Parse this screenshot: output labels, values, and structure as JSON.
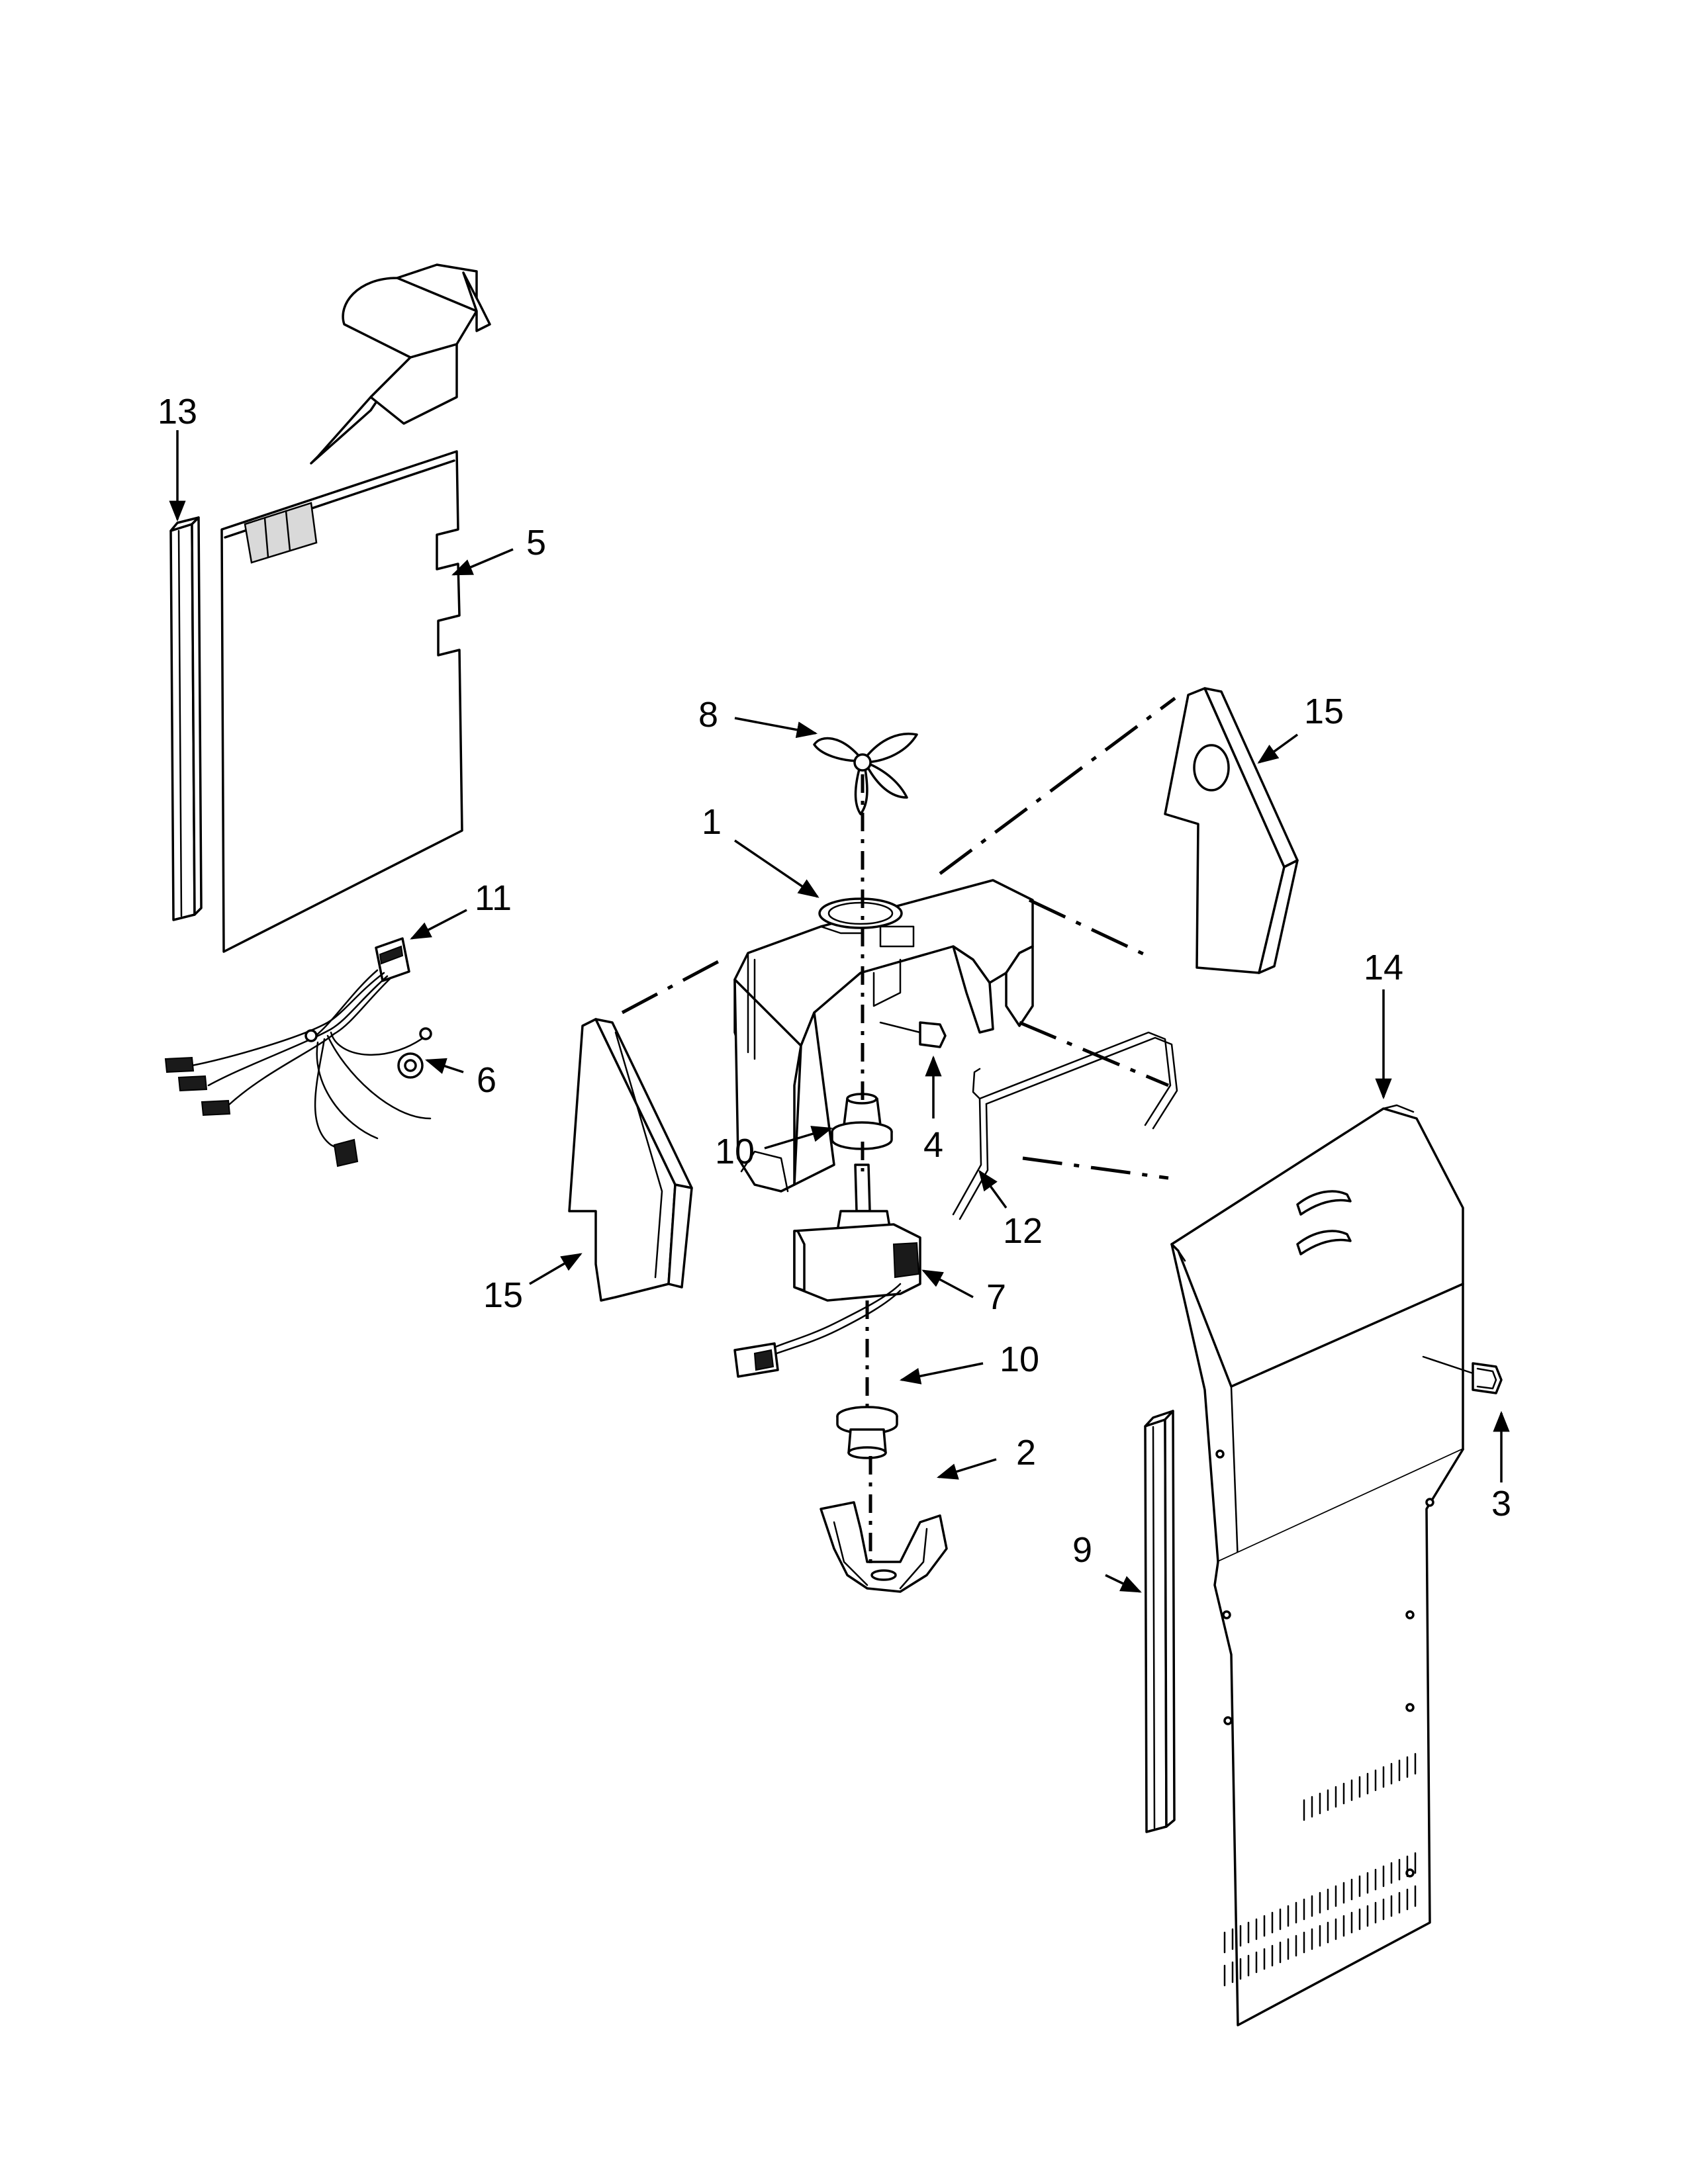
{
  "diagram": {
    "callouts": {
      "c1": "1",
      "c2": "2",
      "c3": "3",
      "c4": "4",
      "c5": "5",
      "c6": "6",
      "c7": "7",
      "c8": "8",
      "c9": "9",
      "c10_top": "10",
      "c10_bottom": "10",
      "c11": "11",
      "c12": "12",
      "c13": "13",
      "c14": "14",
      "c15_right": "15",
      "c15_left": "15"
    }
  }
}
